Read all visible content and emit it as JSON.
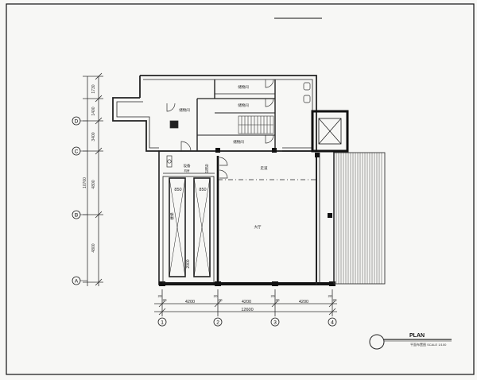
{
  "axes": {
    "rows": [
      "D",
      "C",
      "B",
      "A"
    ],
    "cols": [
      "1",
      "2",
      "3",
      "4"
    ]
  },
  "dimensions": {
    "left": [
      "1730",
      "1400",
      "3400",
      "4800",
      "4800",
      "10700"
    ],
    "bottom": [
      "4200",
      "4200",
      "4200"
    ],
    "bottom_total": "12600",
    "small": [
      "20",
      "20",
      "20",
      "20",
      "20",
      "20",
      "20",
      "20"
    ],
    "pier": "1850",
    "lift_a": "850",
    "lift_b": "850",
    "lift_bottom": "2000"
  },
  "rooms": {
    "store_1": "储物间",
    "store_2": "储物间",
    "store_3": "储物间",
    "store_4": "储物间",
    "corridor": "走道",
    "hall": "大厅",
    "equip": "设备",
    "equip_sub": "机房",
    "stair": "楼梯"
  },
  "plan": {
    "title": "PLAN",
    "subtitle": "平面布置图  SCALE 1/100"
  }
}
